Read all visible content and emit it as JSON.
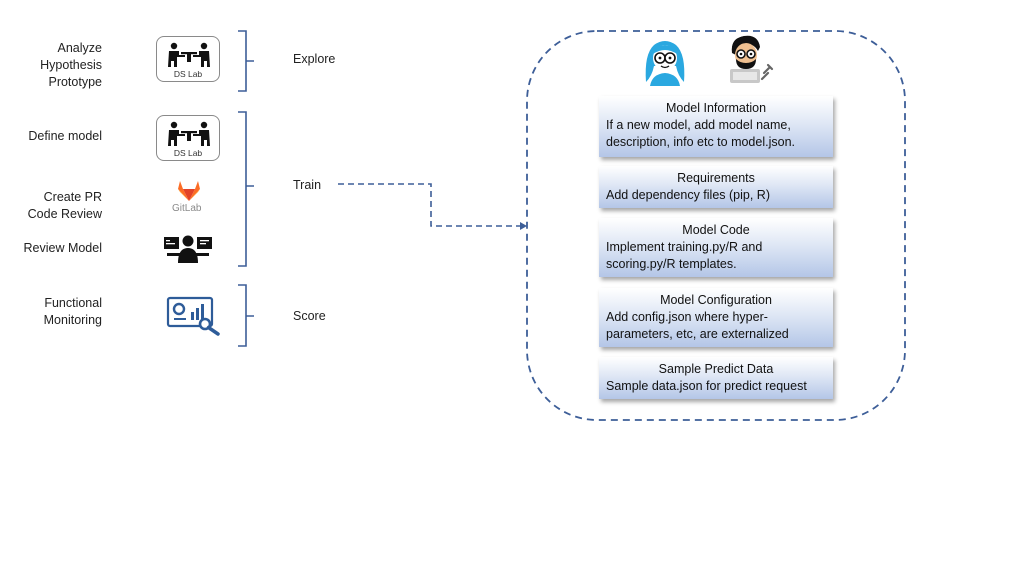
{
  "steps": {
    "explore_lines": [
      "Analyze",
      "Hypothesis",
      "Prototype"
    ],
    "define_model": "Define model",
    "create_pr_lines": [
      "Create PR",
      "Code Review"
    ],
    "review_model": "Review Model",
    "monitoring_lines": [
      "Functional",
      "Monitoring"
    ]
  },
  "stages": {
    "explore": "Explore",
    "train": "Train",
    "score": "Score"
  },
  "icons": {
    "ds_lab_text": "DS Lab",
    "gitlab_text": "GitLab"
  },
  "boxes": [
    {
      "title": "Model Information",
      "lines": [
        "If a new model, add model name,",
        "description, info etc to model.json."
      ]
    },
    {
      "title": "Requirements",
      "lines": [
        "Add dependency files (pip, R)"
      ]
    },
    {
      "title": "Model Code",
      "lines": [
        "Implement training.py/R and",
        "scoring.py/R templates."
      ]
    },
    {
      "title": "Model Configuration",
      "lines": [
        "Add config.json where hyper-",
        "parameters, etc, are externalized"
      ]
    },
    {
      "title": "Sample Predict Data",
      "lines": [
        "Sample data.json for predict request"
      ]
    }
  ],
  "colors": {
    "accent": "#3d5e98",
    "box_gradient_end": "#b4c6e7",
    "gitlab_orange": "#e24329",
    "avatar_blue": "#2aa8e0"
  }
}
